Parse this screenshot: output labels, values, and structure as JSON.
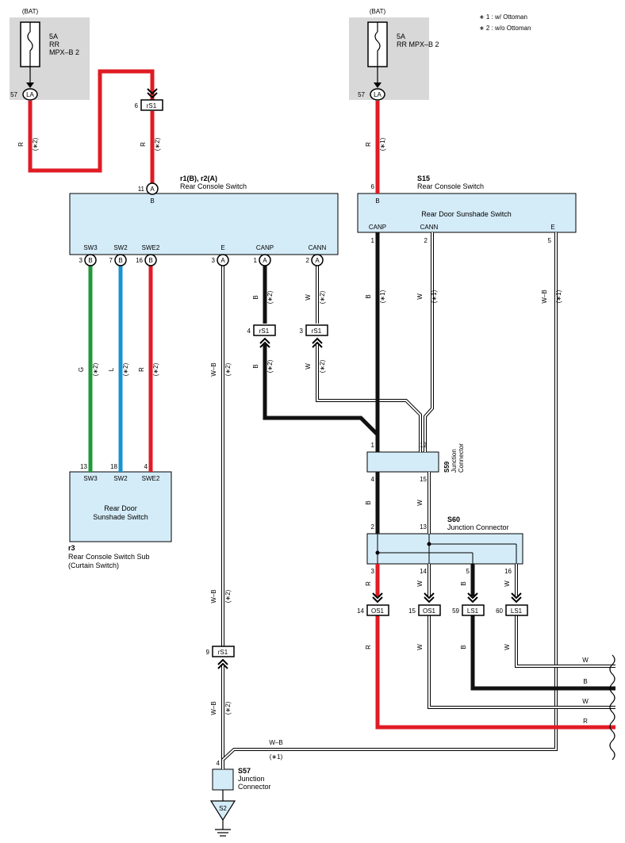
{
  "notes": [
    "∗ 1 : w/ Ottoman",
    "∗ 2 : w/o Ottoman"
  ],
  "fuse_left": {
    "source": "(BAT)",
    "line1": "5A",
    "line2": "RR",
    "line3": "MPX–B 2",
    "pin": "57",
    "connector": "LA"
  },
  "fuse_right": {
    "source": "(BAT)",
    "line1": "5A",
    "line2": "RR MPX–B 2",
    "pin": "57",
    "connector": "LA"
  },
  "wires": {
    "left_fuse_color": "R",
    "left_fuse_note": "(∗2)",
    "rs1_top_color": "R",
    "rs1_top_note": "(∗2)",
    "right_fuse_color": "R",
    "right_fuse_note": "(∗1)",
    "sw3_color": "G",
    "sw2_color": "L",
    "swe2_color": "R",
    "sw_note": "(∗2)",
    "e_color": "W–B",
    "e_note": "(∗2)",
    "canp_color": "B",
    "cann_color": "W",
    "can_note": "(∗2)",
    "s15_canp_color": "B",
    "s15_cann_color": "W",
    "s15_e_color": "W–B",
    "s15_note": "(∗1)",
    "s59_out_color": "B",
    "s60_3_color": "R",
    "s60_5_color": "B",
    "s60_14_color": "W",
    "s60_16_color": "W",
    "os1_14_color": "R",
    "os1_15_color": "W",
    "ls1_59_color": "B",
    "ls1_60_color": "W",
    "bottom_wb_color": "W–B",
    "bottom_wb_note": "(∗1)",
    "right_ends": [
      "W",
      "B",
      "W",
      "R"
    ]
  },
  "connectors": {
    "rs1_top": {
      "pin": "6",
      "name": "rS1"
    },
    "rs1_canp": {
      "pin": "4",
      "name": "rS1"
    },
    "rs1_cann": {
      "pin": "3",
      "name": "rS1"
    },
    "rs1_e": {
      "pin": "9",
      "name": "rS1"
    },
    "os1_a": {
      "pin": "14",
      "name": "OS1"
    },
    "os1_b": {
      "pin": "15",
      "name": "OS1"
    },
    "ls1_a": {
      "pin": "59",
      "name": "LS1"
    },
    "ls1_b": {
      "pin": "60",
      "name": "LS1"
    }
  },
  "r1": {
    "title": "r1(B), r2(A)",
    "subtitle": "Rear Console Switch",
    "top_pin": "11",
    "top_letter": "A",
    "top_label": "B",
    "terminals": [
      {
        "label": "SW3",
        "pin": "3",
        "letter": "B"
      },
      {
        "label": "SW2",
        "pin": "7",
        "letter": "B"
      },
      {
        "label": "SWE2",
        "pin": "16",
        "letter": "B"
      },
      {
        "label": "E",
        "pin": "3",
        "letter": "A"
      },
      {
        "label": "CANP",
        "pin": "1",
        "letter": "A"
      },
      {
        "label": "CANN",
        "pin": "2",
        "letter": "A"
      }
    ]
  },
  "s15": {
    "title": "S15",
    "subtitle": "Rear Console Switch",
    "body": "Rear Door Sunshade Switch",
    "top_pin": "6",
    "top_label": "B",
    "terminals": [
      {
        "label": "CANP",
        "pin": "1"
      },
      {
        "label": "CANN",
        "pin": "2"
      },
      {
        "label": "E",
        "pin": "5"
      }
    ]
  },
  "r3": {
    "title": "r3",
    "subtitle1": "Rear Console Switch Sub",
    "subtitle2": "(Curtain Switch)",
    "body1": "Rear Door",
    "body2": "Sunshade Switch",
    "terminals": [
      {
        "label": "SW3",
        "pin": "13"
      },
      {
        "label": "SW2",
        "pin": "18"
      },
      {
        "label": "SWE2",
        "pin": "4"
      }
    ]
  },
  "s59": {
    "title": "S59",
    "sub1": "Junction",
    "sub2": "Connector",
    "pins": [
      "1",
      "12",
      "4",
      "15"
    ]
  },
  "s60": {
    "title": "S60",
    "subtitle": "Junction Connector",
    "pins": [
      "2",
      "13",
      "3",
      "14",
      "5",
      "16"
    ]
  },
  "s57": {
    "title": "S57",
    "sub1": "Junction",
    "sub2": "Connector",
    "pin": "4"
  },
  "ground": {
    "name": "S2"
  },
  "colors": {
    "red": "#e01b24",
    "green": "#1f9a3a",
    "blue": "#1793d1",
    "black": "#111111",
    "box": "#d4ecf8",
    "gray": "#d8d8d8"
  }
}
